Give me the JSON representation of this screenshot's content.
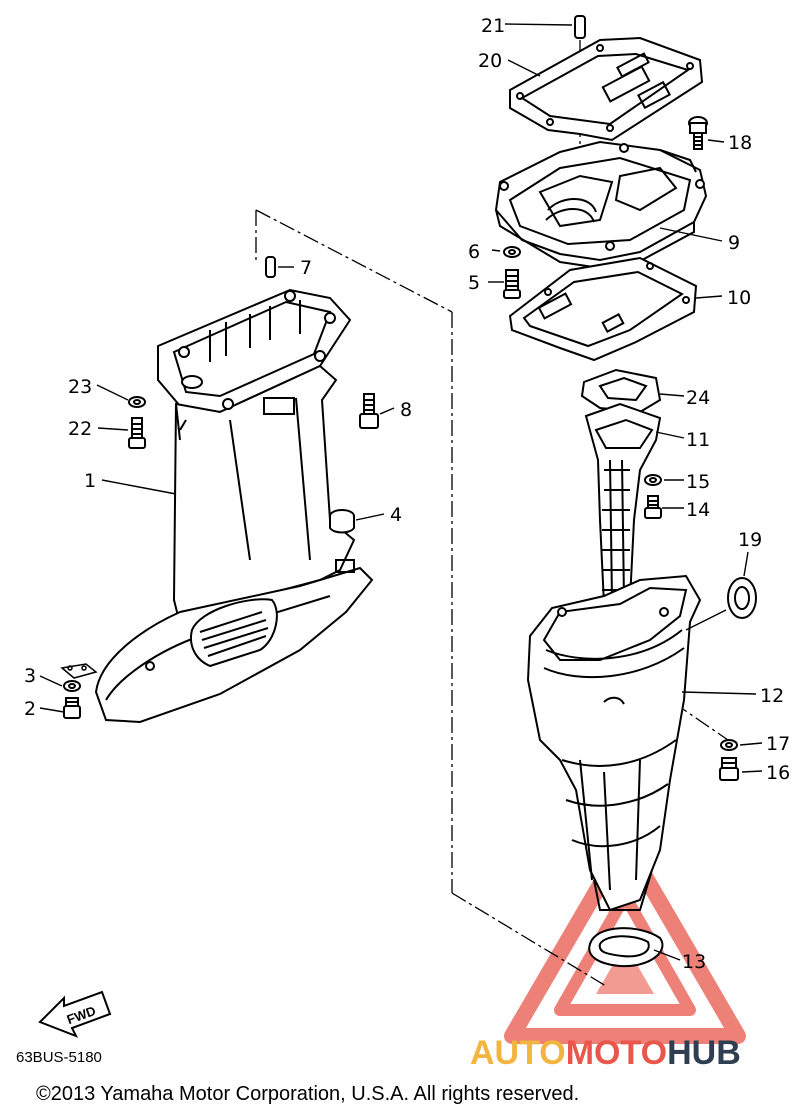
{
  "diagram": {
    "part_labels": [
      "21",
      "20",
      "18",
      "9",
      "6",
      "5",
      "10",
      "7",
      "23",
      "8",
      "22",
      "24",
      "11",
      "15",
      "1",
      "14",
      "4",
      "19",
      "3",
      "12",
      "2",
      "17",
      "16",
      "13"
    ],
    "fwd_label": "FWD",
    "code": "63BUS-5180",
    "copyright": "©2013 Yamaha Motor Corporation, U.S.A. All rights reserved."
  },
  "watermark": {
    "part1": "AUTO",
    "part2": "MOTO",
    "part3": "HUB",
    "colors": {
      "auto": "#f2b640",
      "moto": "#e8574b",
      "hub": "#2f3e50",
      "triangle": "#e8574b"
    }
  }
}
